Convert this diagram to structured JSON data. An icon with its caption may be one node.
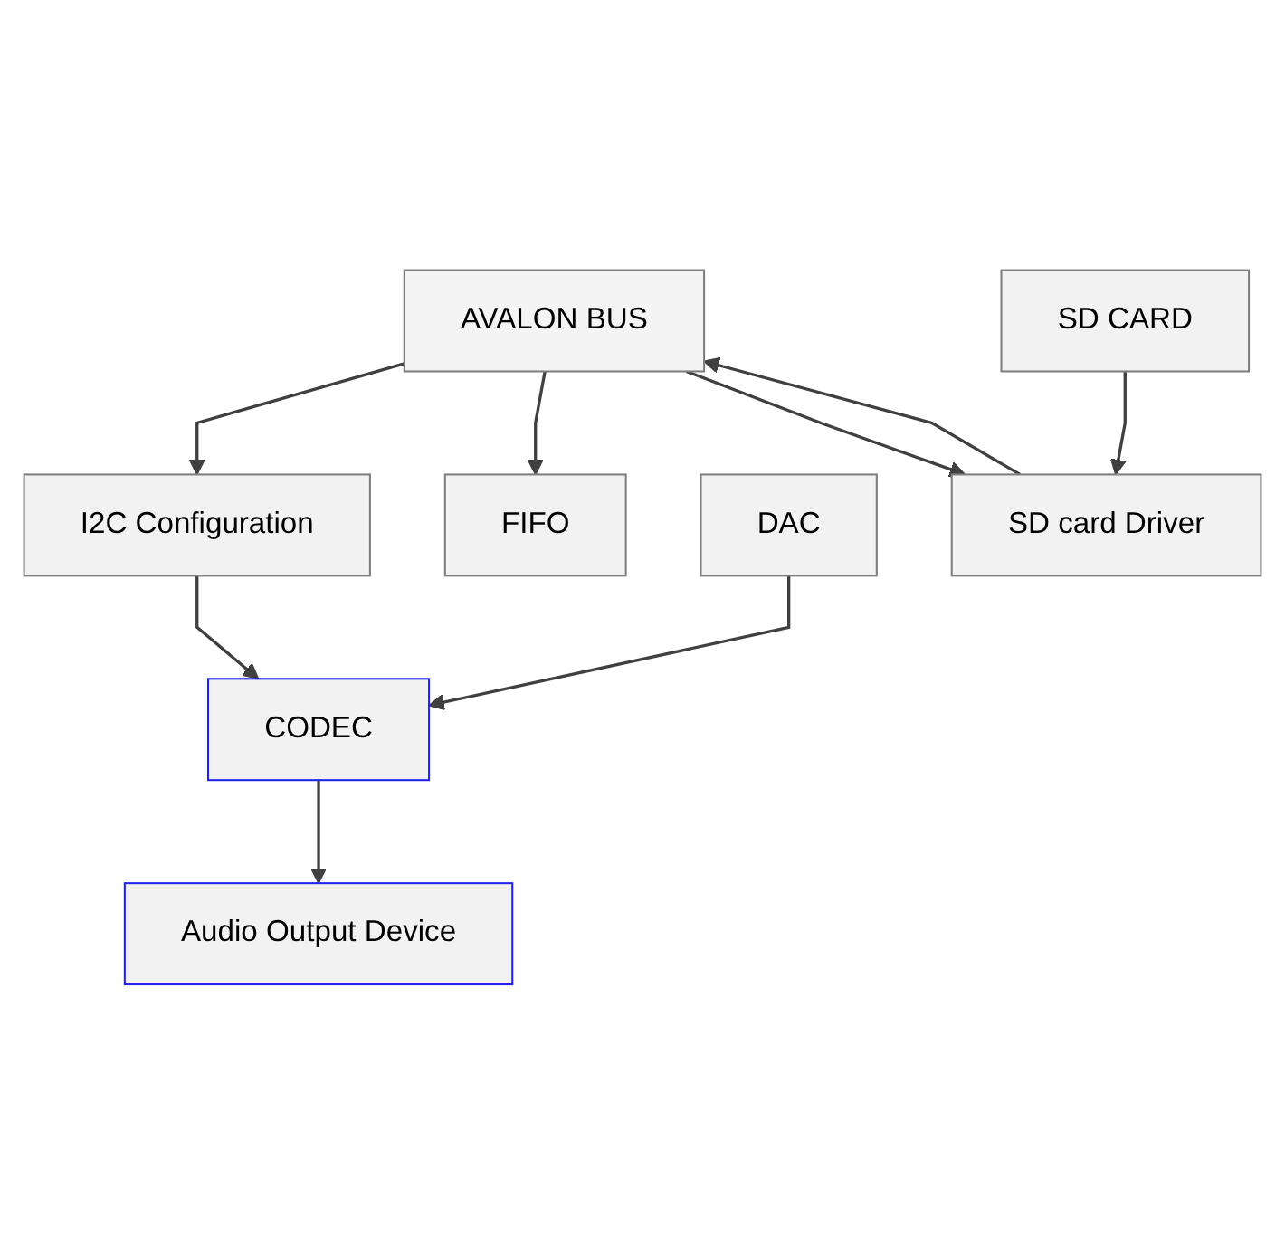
{
  "diagram": {
    "nodes": [
      {
        "text": [
          "AVALON BUS"
        ]
      },
      {
        "text": [
          "I2C Configuration"
        ]
      },
      {
        "text": [
          "FIFO"
        ]
      },
      {
        "text": [
          "DAC"
        ]
      },
      {
        "text": [
          "SD card Driver"
        ]
      },
      {
        "text": [
          "CODEC"
        ]
      },
      {
        "text": [
          "SD CARD"
        ]
      },
      {
        "text": [
          "Audio Output Device"
        ]
      }
    ],
    "edges": [
      {
        "from": 0,
        "to": 1,
        "arrow": "to"
      },
      {
        "from": 0,
        "to": 2,
        "arrow": "to"
      },
      {
        "from": 0,
        "to": 4,
        "arrow": "to"
      },
      {
        "from": 4,
        "to": 0,
        "arrow": "to"
      },
      {
        "from": 6,
        "to": 4,
        "arrow": "to"
      },
      {
        "from": 1,
        "to": 5,
        "arrow": "to"
      },
      {
        "from": 3,
        "to": 5,
        "arrow": "to"
      },
      {
        "from": 5,
        "to": 7,
        "arrow": "to"
      }
    ]
  }
}
